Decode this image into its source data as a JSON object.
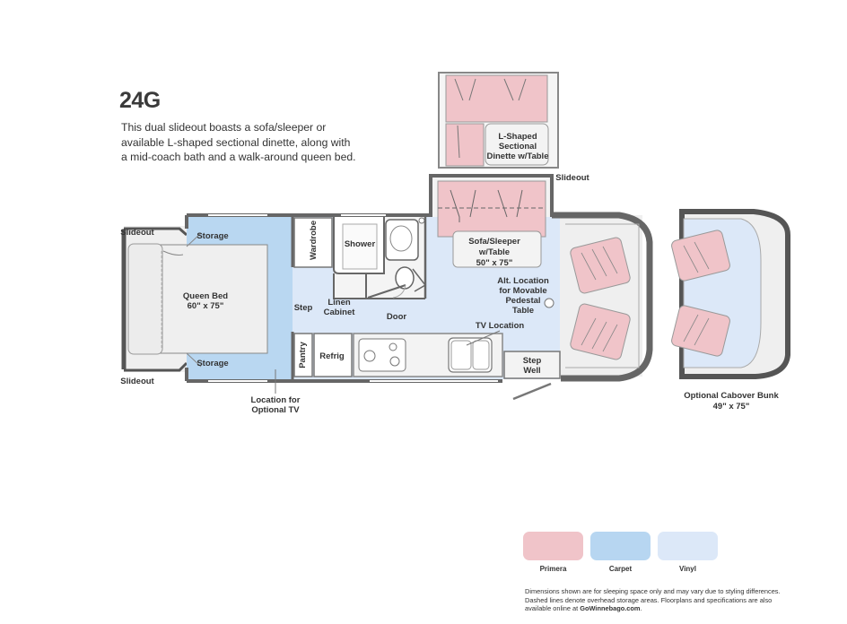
{
  "model": "24G",
  "description": [
    "This dual slideout boasts a sofa/sleeper or",
    "available L-shaped sectional dinette, along with",
    "a mid-coach bath and a walk-around queen bed."
  ],
  "labels": {
    "storage_top": "Storage",
    "storage_bottom": "Storage",
    "queen_bed": [
      "Queen Bed",
      "60\" x 75\""
    ],
    "slideout_left": "Slideout",
    "slideout_top": "Slideout",
    "wardrobe": "Wardrobe",
    "shower": "Shower",
    "linen": [
      "Linen",
      "Cabinet"
    ],
    "door": "Door",
    "step": "Step",
    "pantry": "Pantry",
    "refrig": "Refrig",
    "tv_optional": [
      "Location for",
      "Optional TV"
    ],
    "tv_location": "TV Location",
    "sofa": [
      "Sofa/Sleeper",
      "w/Table",
      "50\" x 75\""
    ],
    "l_shaped": [
      "L-Shaped",
      "Sectional",
      "Dinette w/Table"
    ],
    "alt_table": [
      "Alt. Location",
      "for Movable",
      "Pedestal",
      "Table"
    ],
    "step_well": [
      "Step",
      "Well"
    ],
    "cabover": [
      "Optional Cabover Bunk",
      "49\" x 75\""
    ]
  },
  "legend": [
    {
      "label": "Primera",
      "color": "#f0c4c9"
    },
    {
      "label": "Carpet",
      "color": "#b7d6f1"
    },
    {
      "label": "Vinyl",
      "color": "#dce8f8"
    }
  ],
  "disclaimer": {
    "line1": "Dimensions shown are for sleeping space only and may vary due to styling differences.",
    "line2": "Dashed lines denote overhead storage areas. Floorplans and specifications are also",
    "line3_prefix": "available online at ",
    "line3_link": "GoWinnebago.com",
    "line3_suffix": "."
  }
}
